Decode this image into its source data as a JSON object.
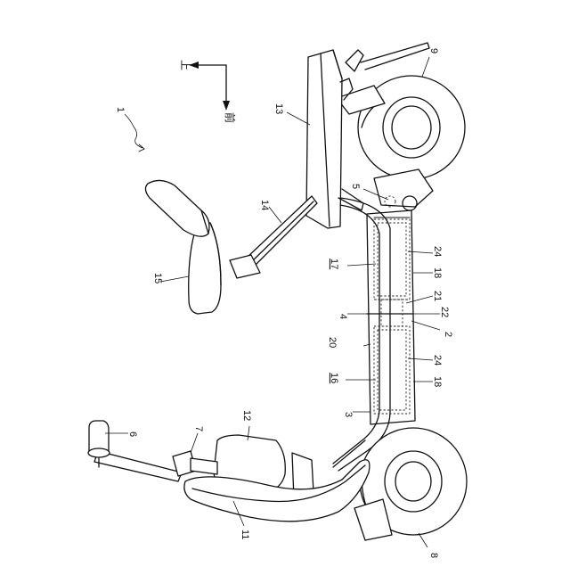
{
  "figure": {
    "direction_labels": {
      "up": "上",
      "front": "前"
    },
    "reference_numerals": {
      "scooter": "1",
      "main_frame": "2",
      "front_joint": "3",
      "middle_part": "4",
      "rear_joint": "5",
      "handle": "6",
      "steering_shaft": "7",
      "front_wheel": "8",
      "rear_wheel": "9",
      "front_cover": "11",
      "front_fender": "12",
      "seat_cover": "13",
      "seat_post": "14",
      "seat": "15",
      "front_battery_unit": "16",
      "rear_battery_unit": "17",
      "battery_case_front": "18",
      "battery_case_rear": "18",
      "frame_cover": "20",
      "divider": "21",
      "divider_inner": "22",
      "cell_front": "24",
      "cell_rear": "24"
    }
  }
}
